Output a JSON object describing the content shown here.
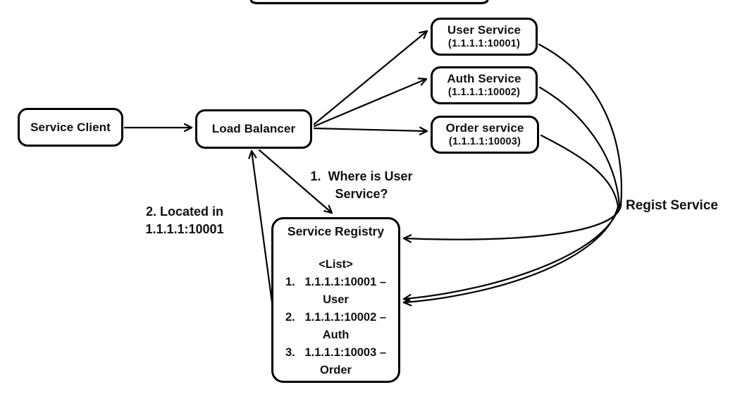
{
  "diagram": {
    "background": "#ffffff",
    "stroke_color": "#000000",
    "text_color": "#111111",
    "nodes": {
      "service_client": {
        "label": "Service Client"
      },
      "load_balancer": {
        "label": "Load Balancer"
      },
      "user_service": {
        "label": "User Service",
        "address": "(1.1.1.1:10001)"
      },
      "auth_service": {
        "label": "Auth Service",
        "address": "(1.1.1.1:10002)"
      },
      "order_service": {
        "label": "Order service",
        "address": "(1.1.1.1:10003)"
      },
      "service_registry": {
        "label": "Service Registry",
        "list_header": "<List>",
        "items": [
          {
            "line1": "1.   1.1.1.1:10001 –",
            "line2": "User"
          },
          {
            "line1": "2.   1.1.1.1:10002 –",
            "line2": "Auth"
          },
          {
            "line1": "3.   1.1.1.1:10003 –",
            "line2": "Order"
          }
        ]
      }
    },
    "labels": {
      "regist_service": "Regist Service"
    },
    "annotations": {
      "query": {
        "line1": "1.  Where is User",
        "line2": "Service?"
      },
      "response": {
        "line1": "2. Located in",
        "line2": "1.1.1.1:10001"
      }
    },
    "edges": [
      {
        "from": "Service Client",
        "to": "Load Balancer"
      },
      {
        "from": "Load Balancer",
        "to": "User Service"
      },
      {
        "from": "Load Balancer",
        "to": "Auth Service"
      },
      {
        "from": "Load Balancer",
        "to": "Order service"
      },
      {
        "from": "Load Balancer",
        "to": "Service Registry",
        "note": "1. Where is User Service?"
      },
      {
        "from": "Service Registry",
        "to": "Load Balancer",
        "note": "2. Located in 1.1.1.1:10001"
      },
      {
        "from": "User Service",
        "to": "Service Registry",
        "note": "Regist Service"
      },
      {
        "from": "Auth Service",
        "to": "Service Registry",
        "note": "Regist Service"
      },
      {
        "from": "Order service",
        "to": "Service Registry",
        "note": "Regist Service"
      }
    ]
  }
}
